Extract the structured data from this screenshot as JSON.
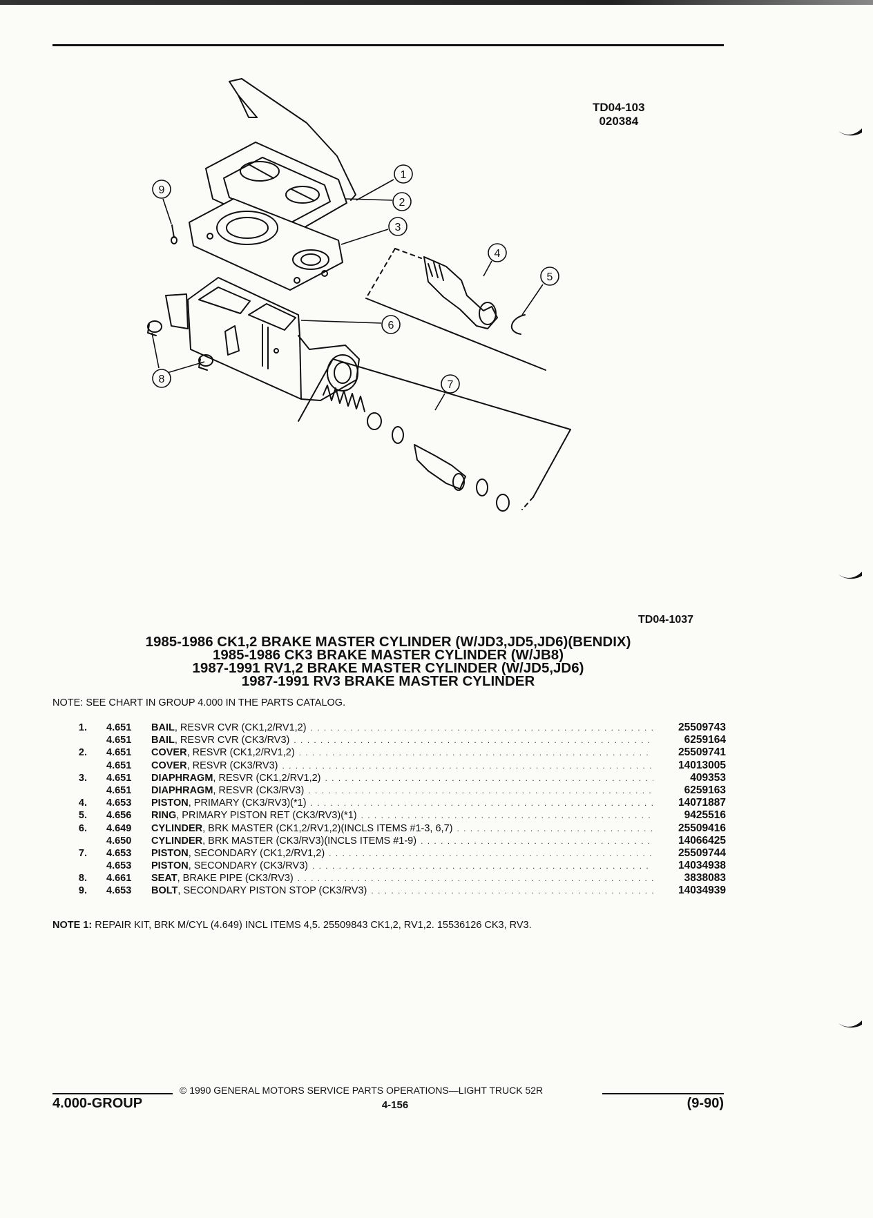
{
  "header": {
    "ref_top": "TD04-103",
    "ref_top_code": "020384",
    "ref_bottom": "TD04-1037"
  },
  "diagram": {
    "callouts": [
      "1",
      "2",
      "3",
      "4",
      "5",
      "6",
      "7",
      "8",
      "9"
    ]
  },
  "titles": [
    "1985-1986 CK1,2 BRAKE MASTER CYLINDER (W/JD3,JD5,JD6)(BENDIX)",
    "1985-1986 CK3 BRAKE MASTER CYLINDER (W/JB8)",
    "1987-1991 RV1,2 BRAKE MASTER CYLINDER (W/JD5,JD6)",
    "1987-1991 RV3 BRAKE MASTER CYLINDER"
  ],
  "note_top": "NOTE:  SEE CHART IN GROUP 4.000 IN THE PARTS CATALOG.",
  "parts": [
    {
      "item": "1.",
      "group": "4.651",
      "name": "BAIL",
      "detail": ", RESVR CVR (CK1,2/RV1,2)",
      "part_number": "25509743"
    },
    {
      "item": "",
      "group": "4.651",
      "name": "BAIL",
      "detail": ", RESVR CVR (CK3/RV3)",
      "part_number": "6259164"
    },
    {
      "item": "2.",
      "group": "4.651",
      "name": "COVER",
      "detail": ", RESVR (CK1,2/RV1,2)",
      "part_number": "25509741"
    },
    {
      "item": "",
      "group": "4.651",
      "name": "COVER",
      "detail": ", RESVR (CK3/RV3)",
      "part_number": "14013005"
    },
    {
      "item": "3.",
      "group": "4.651",
      "name": "DIAPHRAGM",
      "detail": ", RESVR (CK1,2/RV1,2)",
      "part_number": "409353"
    },
    {
      "item": "",
      "group": "4.651",
      "name": "DIAPHRAGM",
      "detail": ", RESVR (CK3/RV3)",
      "part_number": "6259163"
    },
    {
      "item": "4.",
      "group": "4.653",
      "name": "PISTON",
      "detail": ", PRIMARY (CK3/RV3)(*1)",
      "part_number": "14071887"
    },
    {
      "item": "5.",
      "group": "4.656",
      "name": "RING",
      "detail": ", PRIMARY PISTON RET (CK3/RV3)(*1)",
      "part_number": "9425516"
    },
    {
      "item": "6.",
      "group": "4.649",
      "name": "CYLINDER",
      "detail": ", BRK MASTER (CK1,2/RV1,2)(INCLS ITEMS #1-3, 6,7)",
      "part_number": "25509416"
    },
    {
      "item": "",
      "group": "4.650",
      "name": "CYLINDER",
      "detail": ", BRK MASTER (CK3/RV3)(INCLS ITEMS #1-9)",
      "part_number": "14066425"
    },
    {
      "item": "7.",
      "group": "4.653",
      "name": "PISTON",
      "detail": ", SECONDARY (CK1,2/RV1,2)",
      "part_number": "25509744"
    },
    {
      "item": "",
      "group": "4.653",
      "name": "PISTON",
      "detail": ", SECONDARY (CK3/RV3)",
      "part_number": "14034938"
    },
    {
      "item": "8.",
      "group": "4.661",
      "name": "SEAT",
      "detail": ", BRAKE PIPE (CK3/RV3)",
      "part_number": "3838083"
    },
    {
      "item": "9.",
      "group": "4.653",
      "name": "BOLT",
      "detail": ", SECONDARY PISTON STOP (CK3/RV3)",
      "part_number": "14034939"
    }
  ],
  "note1": {
    "label": "NOTE  1:",
    "text": "REPAIR KIT, BRK M/CYL (4.649) INCL ITEMS 4,5. 25509843 CK1,2, RV1,2. 15536126 CK3, RV3."
  },
  "footer": {
    "copyright": "©  1990  GENERAL MOTORS SERVICE PARTS OPERATIONS—LIGHT TRUCK 52R",
    "group": "4.000-GROUP",
    "page": "4-156",
    "revision": "(9-90)"
  }
}
